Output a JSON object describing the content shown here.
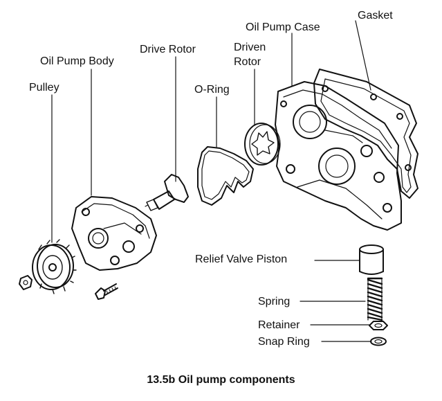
{
  "labels": {
    "gasket": "Gasket",
    "case": "Oil Pump Case",
    "driven_1": "Driven",
    "driven_2": "Rotor",
    "drive_rotor": "Drive Rotor",
    "body": "Oil Pump Body",
    "oring": "O-Ring",
    "pulley": "Pulley",
    "relief": "Relief Valve Piston",
    "spring": "Spring",
    "retainer": "Retainer",
    "snap": "Snap Ring"
  },
  "caption": "13.5b  Oil pump components"
}
